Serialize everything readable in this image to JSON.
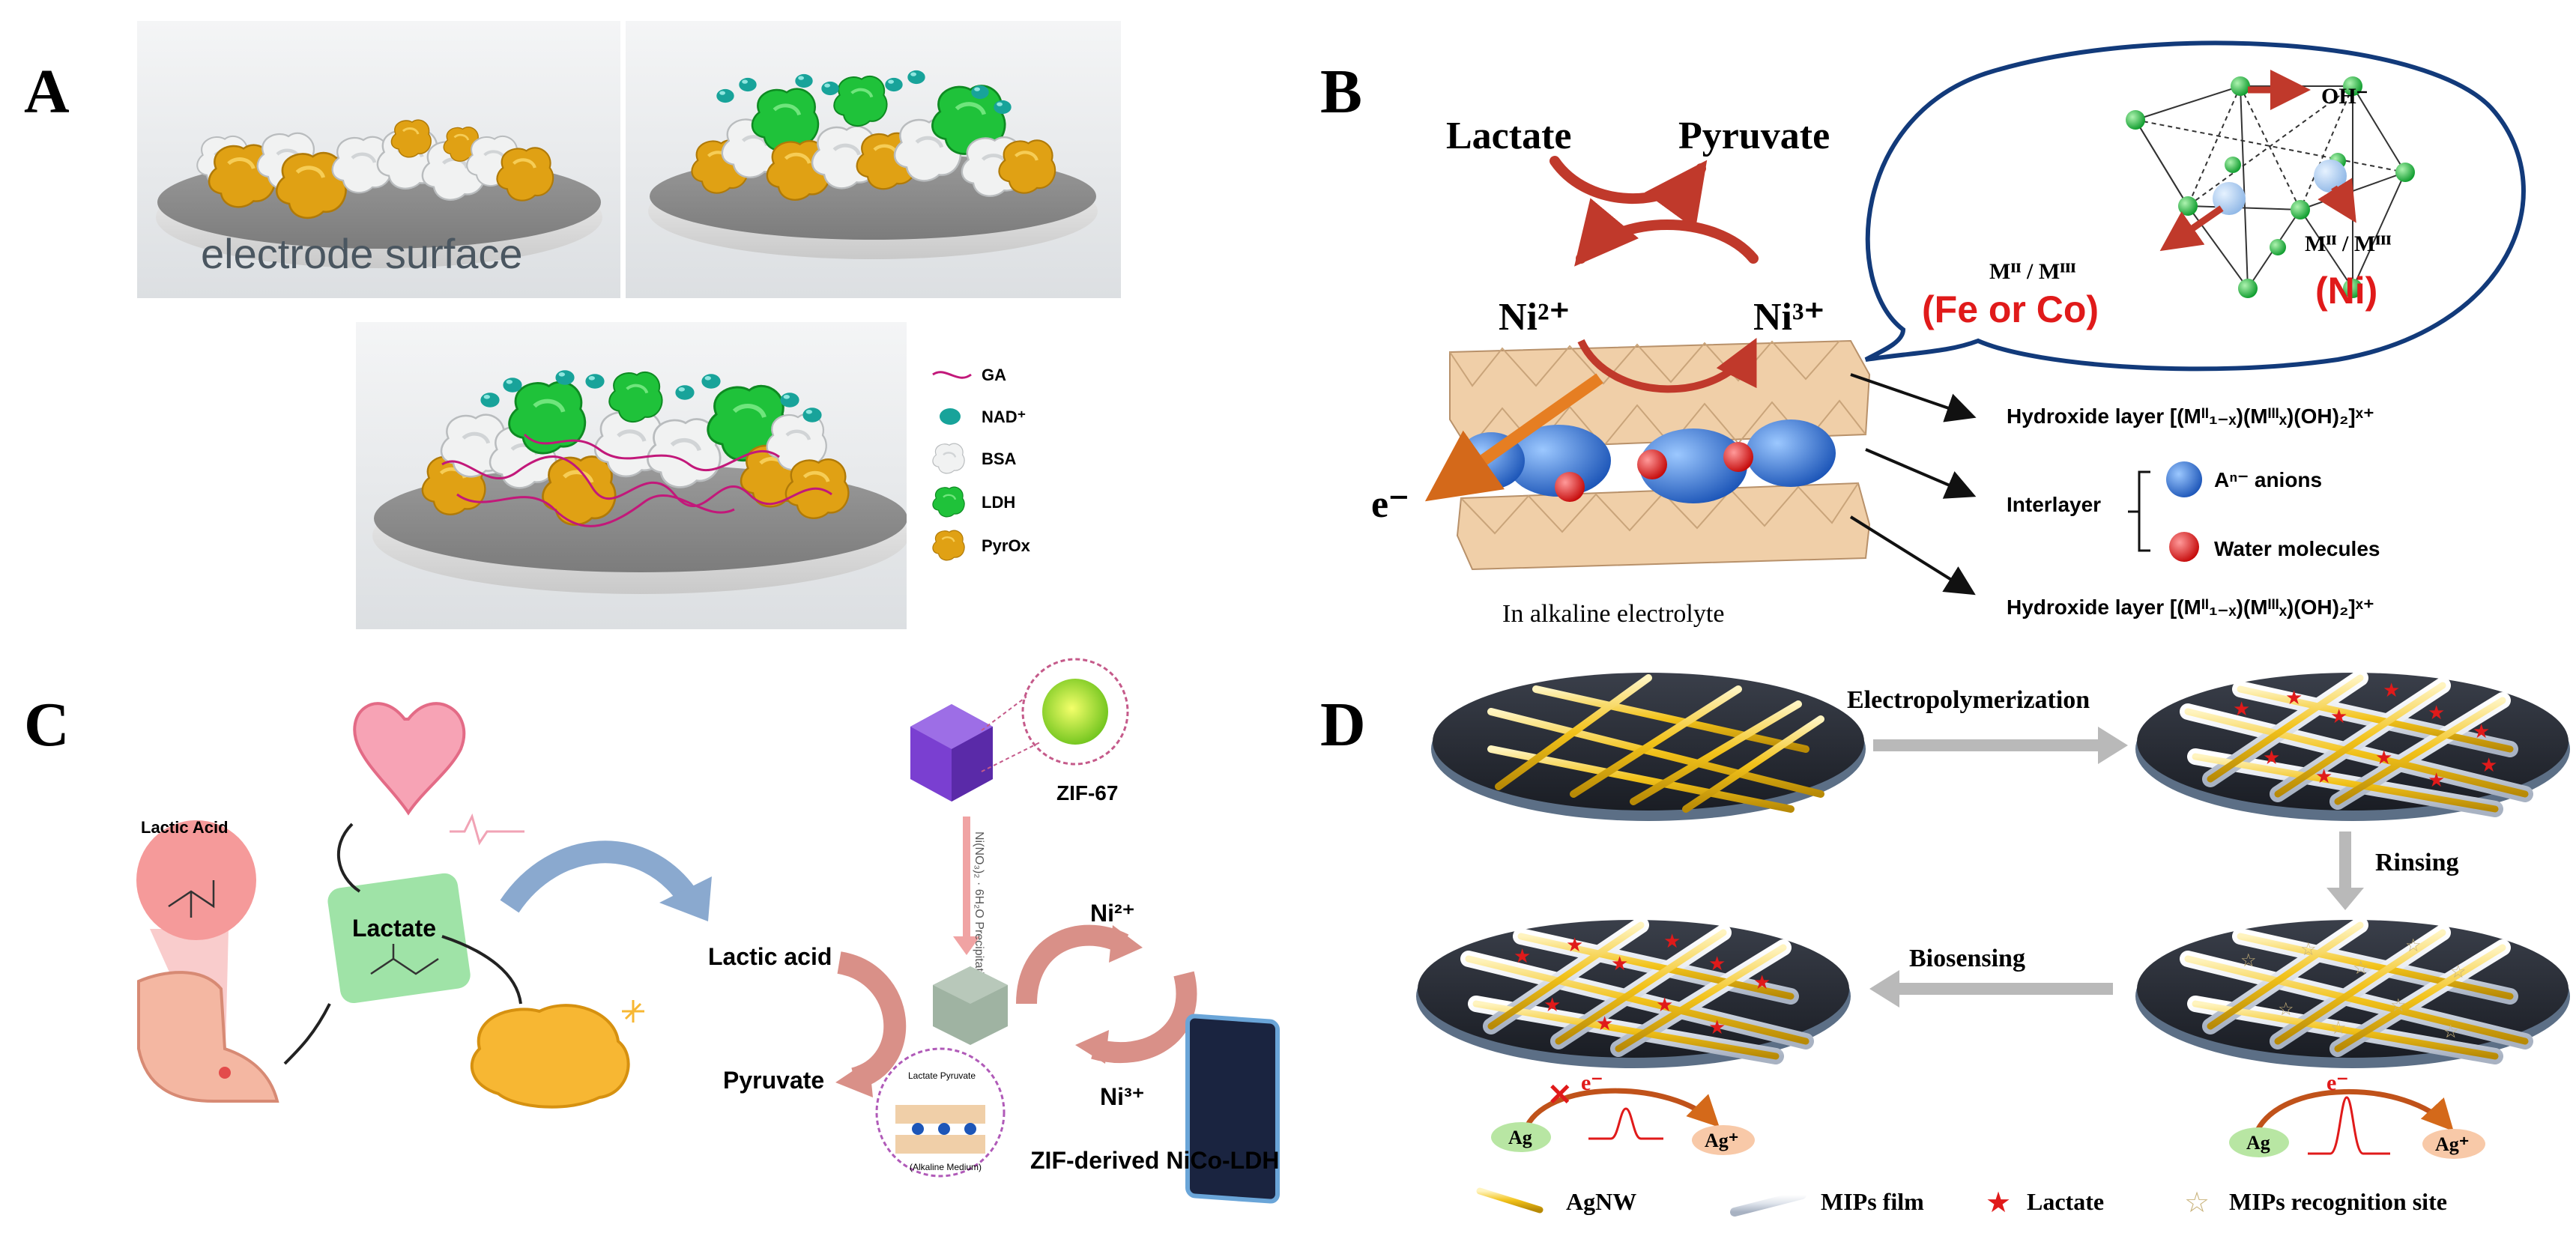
{
  "panels": {
    "a": {
      "letter": "A",
      "surface_label": "electrode surface",
      "legend": [
        {
          "label": "GA",
          "icon": "ga-line-icon",
          "color": "#c2187a"
        },
        {
          "label": "NAD⁺",
          "icon": "nad-sphere-icon",
          "color": "#1aa39a"
        },
        {
          "label": "BSA",
          "icon": "bsa-blob-icon",
          "color": "#e8eef0"
        },
        {
          "label": "LDH",
          "icon": "ldh-blob-icon",
          "color": "#22c23a"
        },
        {
          "label": "PyrOx",
          "icon": "pyrox-blob-icon",
          "color": "#e2a11a"
        }
      ]
    },
    "b": {
      "letter": "B",
      "lactate": "Lactate",
      "pyruvate": "Pyruvate",
      "ni2": "Ni²⁺",
      "ni3": "Ni³⁺",
      "electron": "e⁻",
      "oh": "OH⁻",
      "metal_left": "Mᴵᴵ / Mᴵᴵᴵ",
      "metal_left_elements": "(Fe or  Co)",
      "metal_right": "Mᴵᴵ / Mᴵᴵᴵ",
      "metal_right_elements": "(Ni)",
      "hydroxide_top": "Hydroxide layer [(Mᴵᴵ₁₋ₓ)(Mᴵᴵᴵₓ)(OH)₂]ˣ⁺",
      "interlayer": "Interlayer",
      "anions": "Aⁿ⁻ anions",
      "water": "Water molecules",
      "hydroxide_bottom": "Hydroxide layer [(Mᴵᴵ₁₋ₓ)(Mᴵᴵᴵₓ)(OH)₂]ˣ⁺",
      "medium": "In alkaline electrolyte",
      "colors": {
        "anion": "#1d6fd1",
        "water": "#e11a1a",
        "block": "#f0cfa8",
        "arrow": "#c0392b"
      }
    },
    "c": {
      "letter": "C",
      "lactic_acid_title": "Lactic Acid",
      "lactate": "Lactate",
      "zif": "ZIF-67",
      "precipitation": "Ni(NO₃)₂ · 6H₂O Precipitation",
      "lactic_acid": "Lactic acid",
      "pyruvate": "Pyruvate",
      "ni2": "Ni²⁺",
      "ni3": "Ni³⁺",
      "nico": "ZIF-derived NiCo-LDH",
      "inset_top": "Lactate  Pyruvate",
      "inset_bottom": "(Alkaline Medium)"
    },
    "d": {
      "letter": "D",
      "electropolymerization": "Electropolymerization",
      "rinsing": "Rinsing",
      "biosensing": "Biosensing",
      "ag": "Ag",
      "ag_plus": "Ag⁺",
      "electron": "e⁻",
      "legend": [
        {
          "label": "AgNW",
          "icon": "agnw-rod-icon"
        },
        {
          "label": "MIPs film",
          "icon": "mips-film-icon"
        },
        {
          "label": "Lactate",
          "icon": "lactate-star-icon"
        },
        {
          "label": "MIPs recognition site",
          "icon": "recognition-site-icon"
        }
      ]
    }
  }
}
